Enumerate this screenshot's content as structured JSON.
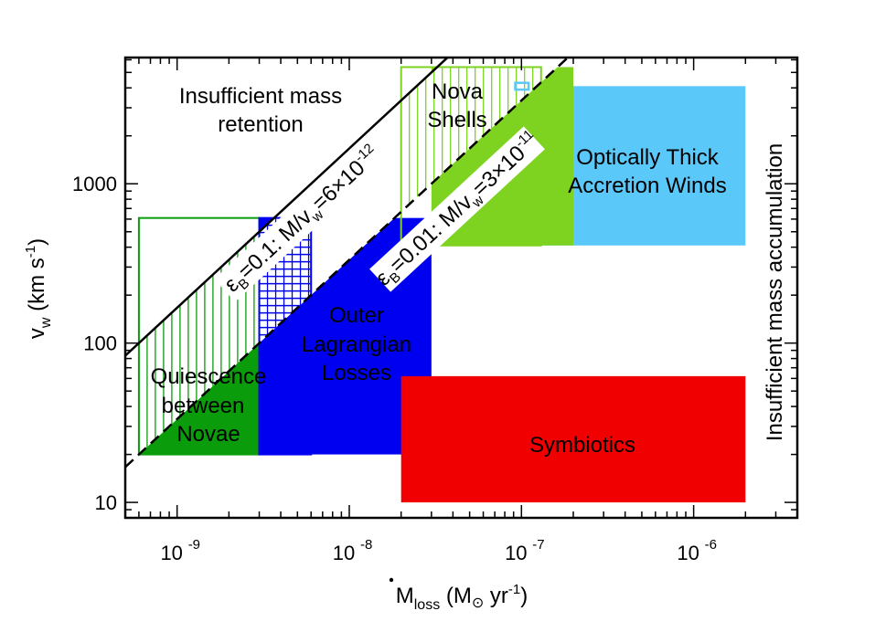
{
  "chart_data": {
    "type": "area",
    "xscale": "log",
    "yscale": "log",
    "xlim": [
      5e-10,
      4e-06
    ],
    "ylim": [
      8,
      6200
    ],
    "x_ticks": [
      {
        "value": 1e-09,
        "label": "10",
        "exp": "-9"
      },
      {
        "value": 1e-08,
        "label": "10",
        "exp": "-8"
      },
      {
        "value": 1e-07,
        "label": "10",
        "exp": "-7"
      },
      {
        "value": 1e-06,
        "label": "10",
        "exp": "-6"
      }
    ],
    "y_ticks": [
      {
        "value": 10,
        "label": "10"
      },
      {
        "value": 100,
        "label": "100"
      },
      {
        "value": 1000,
        "label": "1000"
      }
    ],
    "xlabel": {
      "main": "M",
      "sub": "loss",
      "rest": " (M",
      "rest2": " yr",
      "sup": "-1",
      "close": ")"
    },
    "ylabel": {
      "main": "v",
      "sub": "w",
      "rest": " (km s",
      "sup": "-1",
      "close": ")"
    },
    "regions": [
      {
        "id": "optically-thick",
        "style": "filled",
        "color": "#5bc8fa",
        "x": [
          1e-07,
          2e-06
        ],
        "y": [
          410,
          4100
        ]
      },
      {
        "id": "nova-shells-solid",
        "style": "filled",
        "color": "#7ed321",
        "x": [
          3e-08,
          2e-07
        ],
        "y": [
          410,
          5400
        ]
      },
      {
        "id": "outer-lagrangian",
        "style": "filled",
        "color": "#0000f0",
        "x": [
          3e-09,
          3e-08
        ],
        "y": [
          20,
          610
        ]
      },
      {
        "id": "symbiotics",
        "style": "filled",
        "color": "#f00000",
        "x": [
          2e-08,
          2e-06
        ],
        "y": [
          10,
          62
        ]
      },
      {
        "id": "quiescence",
        "style": "filled",
        "color": "#0a9c0a",
        "x": [
          6e-10,
          3e-09
        ],
        "y": [
          20,
          610
        ]
      },
      {
        "id": "quiescence-box",
        "style": "outline",
        "color": "#0a9c0a",
        "x": [
          6e-10,
          3e-09
        ],
        "y": [
          20,
          610
        ]
      },
      {
        "id": "lagrangian-hatched",
        "style": "outline",
        "color": "#0000f0",
        "x": [
          3e-09,
          6e-09
        ],
        "y": [
          20,
          610
        ]
      },
      {
        "id": "nova-shells-box",
        "style": "outline",
        "color": "#7ed321",
        "x": [
          2e-08,
          1.3e-07
        ],
        "y": [
          410,
          5400
        ]
      },
      {
        "id": "small-box",
        "style": "outline",
        "color": "#5bc8fa",
        "x": [
          9.2e-08,
          1.1e-07
        ],
        "y": [
          3900,
          4300
        ]
      }
    ],
    "lines": [
      {
        "id": "eps-0.1",
        "style": "solid",
        "coef": 6e-12,
        "label": "=0.1: M/v",
        "eps": "ε",
        "eps_sub": "B",
        "sub": "w",
        "val": "=6×10",
        "exp": "-12"
      },
      {
        "id": "eps-0.01",
        "style": "dashed",
        "coef": 3e-11,
        "label": "=0.01: M/v",
        "eps": "ε",
        "eps_sub": "B",
        "sub": "w",
        "val": "=3×10",
        "exp": "-11"
      }
    ],
    "labels": {
      "insufficient_retention_1": "Insufficient mass",
      "insufficient_retention_2": "retention",
      "nova_1": "Nova",
      "nova_2": "Shells",
      "optically_1": "Optically Thick",
      "optically_2": "Accretion Winds",
      "outer_1": "Outer",
      "outer_2": "Lagrangian",
      "outer_3": "Losses",
      "quies_1": "Quiescence",
      "quies_2": "between",
      "quies_3": "Novae",
      "symbiotics": "Symbiotics",
      "insufficient_accum": "Insufficient mass accumulation"
    }
  }
}
